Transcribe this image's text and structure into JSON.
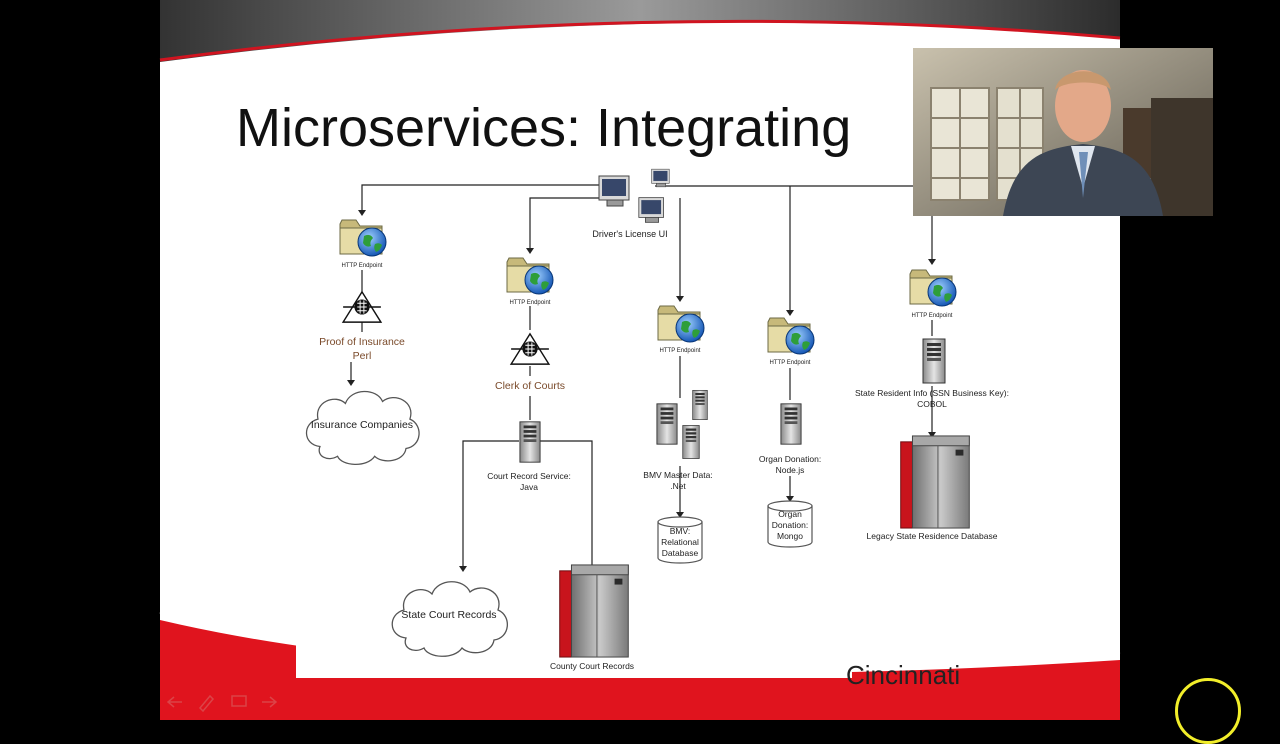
{
  "slide": {
    "title": "Microservices: Integrating",
    "logo_text": "Cincinnati"
  },
  "diagram": {
    "client_label": "Driver's License UI",
    "endpoint_label": "HTTP Endpoint",
    "columns": [
      {
        "service": [
          "Proof of Insurance",
          "Perl"
        ],
        "target": "Insurance Companies"
      },
      {
        "service": [
          "Clerk of Courts"
        ],
        "subservice": [
          "Court Record Service:",
          "Java"
        ],
        "targets": [
          "State Court Records",
          "County Court Records"
        ]
      },
      {
        "service": [
          "BMV Master Data:",
          ".Net"
        ],
        "database": [
          "BMV:",
          "Relational",
          "Database"
        ]
      },
      {
        "service": [
          "Organ Donation:",
          "Node.js"
        ],
        "database": [
          "Organ",
          "Donation:",
          "Mongo"
        ]
      },
      {
        "service": [
          "State Resident Info (SSN Business Key):",
          "COBOL"
        ],
        "target": "Legacy State Residence Database"
      }
    ]
  },
  "colors": {
    "accent_red": "#e0141e",
    "connector": "#222222",
    "cursor_ring": "#f2ee2a"
  },
  "icons": [
    "folder-globe-icon",
    "gateway-icon",
    "server-icon",
    "monitor-icon",
    "cloud-icon",
    "database-icon",
    "mainframe-icon",
    "back-arrow-icon",
    "pen-icon",
    "screen-icon",
    "forward-arrow-icon"
  ]
}
